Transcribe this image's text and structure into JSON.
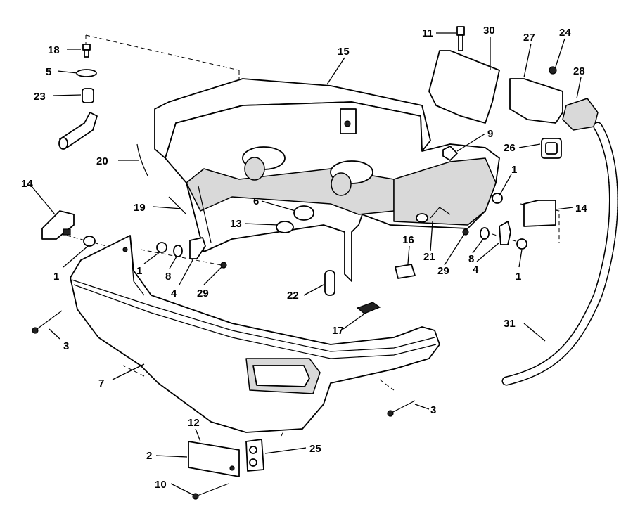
{
  "callouts": [
    {
      "id": "18",
      "label": "18"
    },
    {
      "id": "5",
      "label": "5"
    },
    {
      "id": "23",
      "label": "23"
    },
    {
      "id": "20",
      "label": "20"
    },
    {
      "id": "14a",
      "label": "14"
    },
    {
      "id": "19",
      "label": "19"
    },
    {
      "id": "1a",
      "label": "1"
    },
    {
      "id": "1b",
      "label": "1"
    },
    {
      "id": "8a",
      "label": "8"
    },
    {
      "id": "4a",
      "label": "4"
    },
    {
      "id": "29a",
      "label": "29"
    },
    {
      "id": "3a",
      "label": "3"
    },
    {
      "id": "7",
      "label": "7"
    },
    {
      "id": "15",
      "label": "15"
    },
    {
      "id": "6",
      "label": "6"
    },
    {
      "id": "13",
      "label": "13"
    },
    {
      "id": "22",
      "label": "22"
    },
    {
      "id": "17",
      "label": "17"
    },
    {
      "id": "16",
      "label": "16"
    },
    {
      "id": "21",
      "label": "21"
    },
    {
      "id": "29b",
      "label": "29"
    },
    {
      "id": "8b",
      "label": "8"
    },
    {
      "id": "4b",
      "label": "4"
    },
    {
      "id": "1c",
      "label": "1"
    },
    {
      "id": "1d",
      "label": "1"
    },
    {
      "id": "14b",
      "label": "14"
    },
    {
      "id": "9",
      "label": "9"
    },
    {
      "id": "26",
      "label": "26"
    },
    {
      "id": "11",
      "label": "11"
    },
    {
      "id": "30",
      "label": "30"
    },
    {
      "id": "27",
      "label": "27"
    },
    {
      "id": "24",
      "label": "24"
    },
    {
      "id": "28",
      "label": "28"
    },
    {
      "id": "31",
      "label": "31"
    },
    {
      "id": "3b",
      "label": "3"
    },
    {
      "id": "12",
      "label": "12"
    },
    {
      "id": "2",
      "label": "2"
    },
    {
      "id": "25",
      "label": "25"
    },
    {
      "id": "10",
      "label": "10"
    }
  ]
}
